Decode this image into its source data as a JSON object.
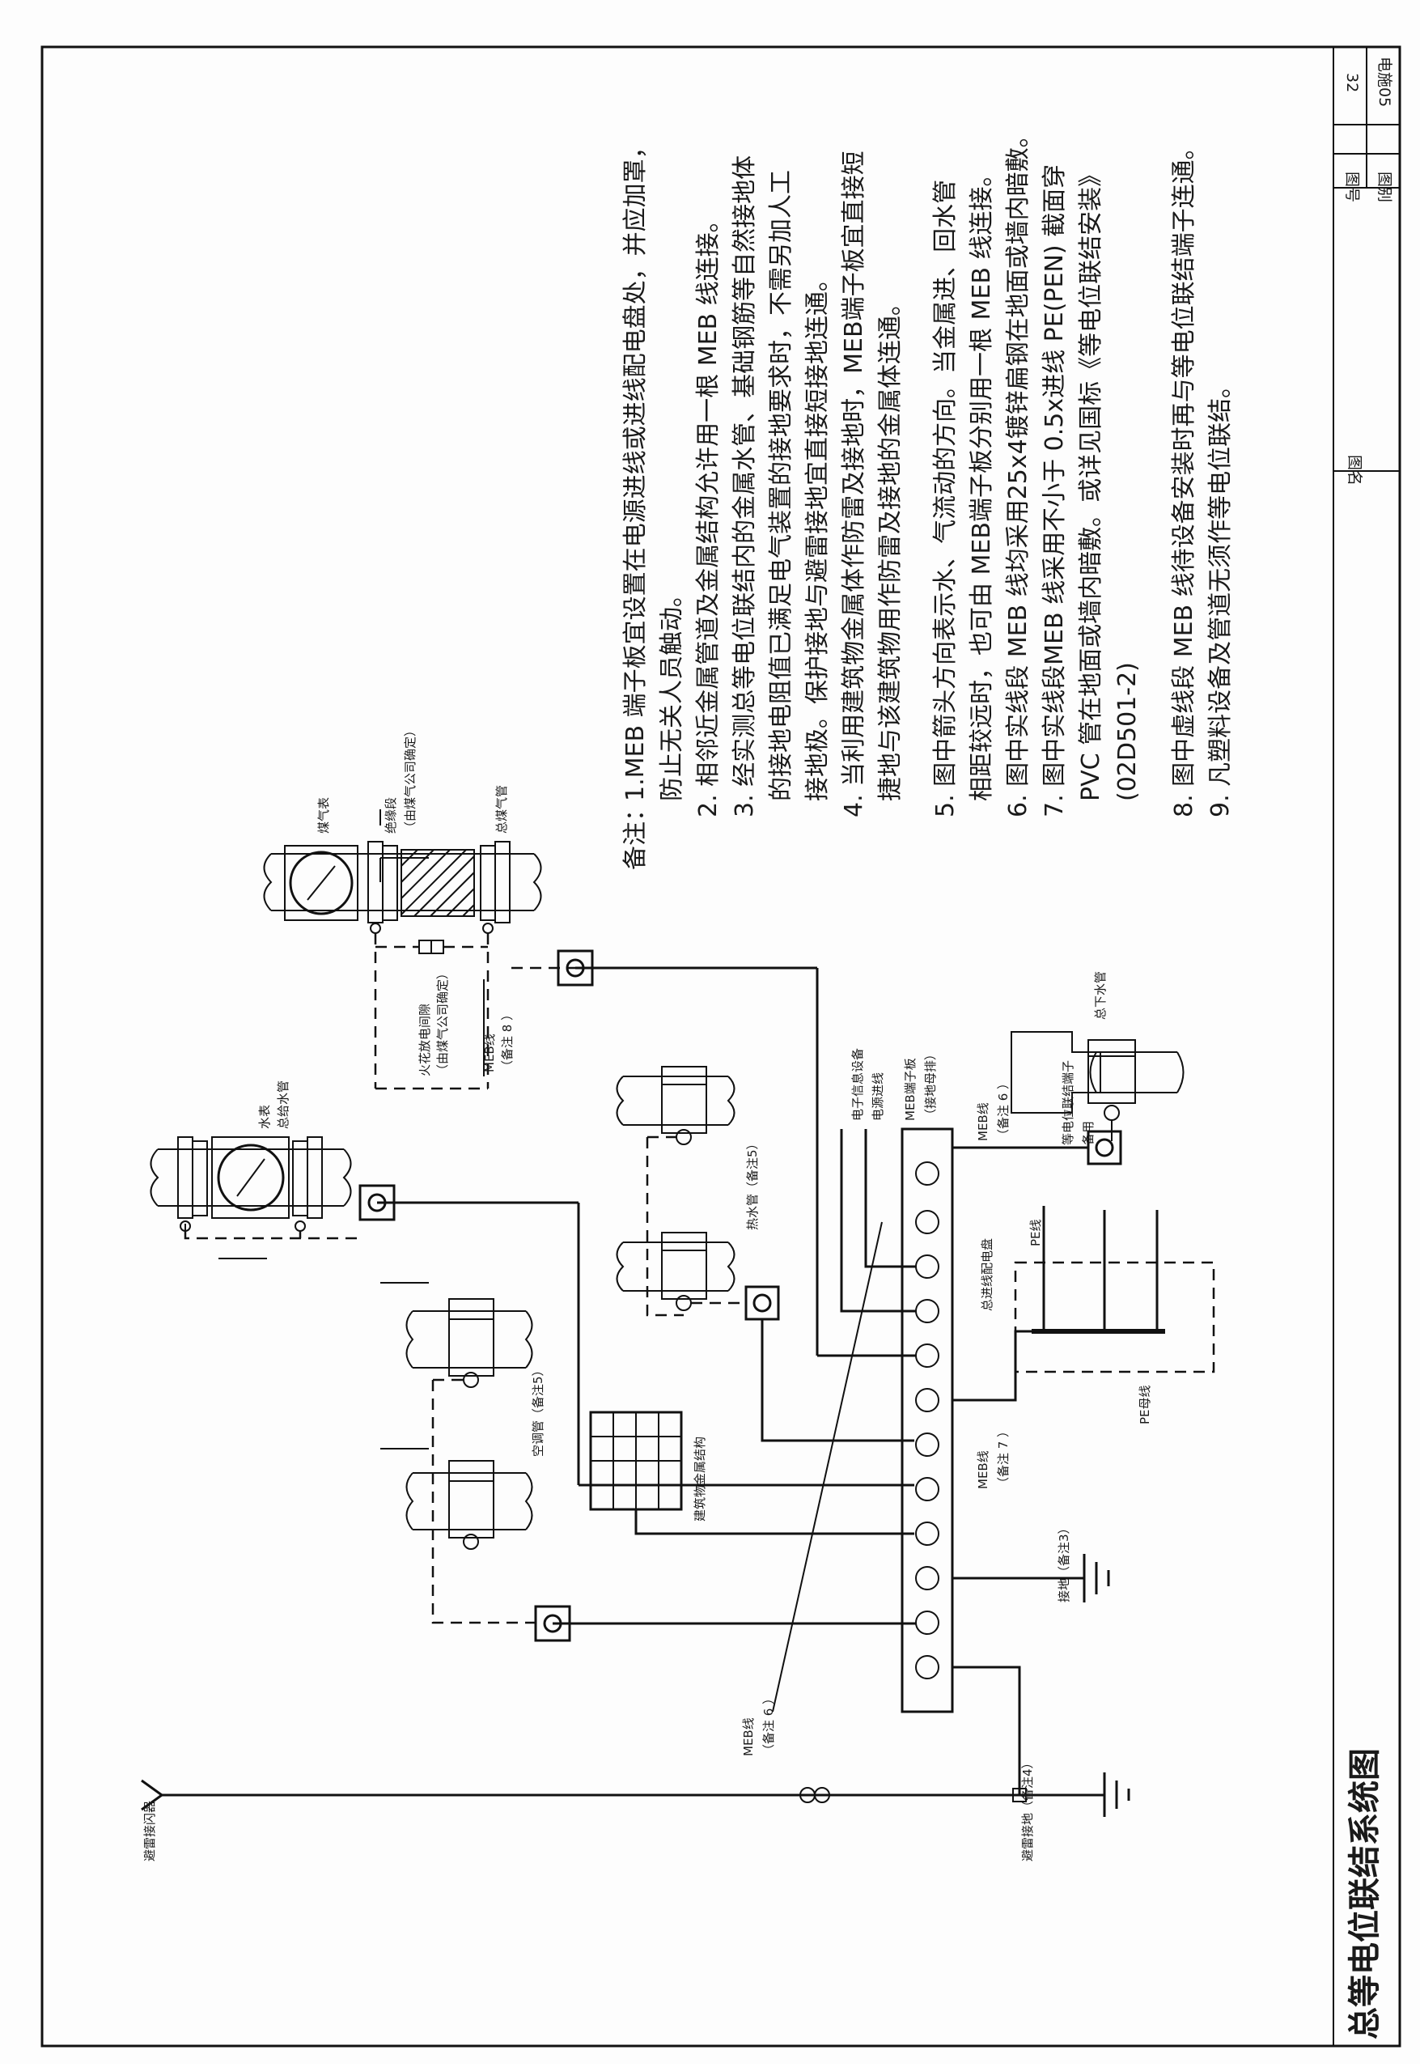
{
  "title_block": {
    "title_label": "图名",
    "title": "总等电位联结系统图",
    "atlas_label": "图别",
    "atlas_value": "电施05",
    "number_label": "图号",
    "number_value": "32"
  },
  "notes": {
    "heading": "备注：",
    "lines": [
      "1.MEB 端子板宜设置在电源进线或进线配电盘处，并应加罩，",
      "防止无关人员触动。",
      "2. 相邻近金属管道及金属结构允许用一根 MEB 线连接。",
      "3. 经实测总等电位联结内的金属水管、基础钢筋等自然接地体",
      "的接地电阻值已满足电气装置的接地要求时，不需另加人工",
      "接地极。保护接地与避雷接地宜直接短接地连通。",
      "4. 当利用建筑物金属体作防雷及接地时，MEB端子板宜直接短",
      "捷地与该建筑物用作防雷及接地的金属体连通。",
      "5. 图中箭头方向表示水、气流动的方向。当金属进、回水管",
      "相距较远时，也可由 MEB端子板分别用一根 MEB 线连接。",
      "6. 图中实线段 MEB 线均采用25x4镀锌扁钢在地面或墙内暗敷。",
      "7. 图中实线段MEB 线采用不小于 0.5x进线 PE(PEN) 截面穿",
      "PVC 管在地面或墙内暗敷。或详见国标《等电位联结安装》",
      "(02D501-2)",
      "8. 图中虚线段 MEB 线待设备安装时再与等电位联结端子连通。",
      "9. 凡塑料设备及管道无须作等电位联结。"
    ]
  },
  "labels": {
    "gas_meter": "煤气表",
    "insulation_section": "绝缘段",
    "insulation_note": "（由煤气公司确定）",
    "gas_main": "总煤气管",
    "spark_gap": "火花放电间隙",
    "spark_gap_note": "（由煤气公司确定）",
    "meb_line": "MEB线",
    "note8": "（备注 8 ）",
    "water_meter": "水表",
    "water_main": "总给水管",
    "hot_water": "热水管（备注5）",
    "ac_pipe": "空调管（备注5）",
    "steel_structure": "建筑物金属结构",
    "telecom": "电子信息设备",
    "power_line": "电源进线",
    "meb_board": "MEB端子板",
    "meb_board_sub": "（接地母排）",
    "note6": "（备注 6 ）",
    "note7": "（备注 7 ）",
    "note6b": "（备注 6 ）",
    "main_panel": "总进线配电盘",
    "pe_line": "PE线",
    "pe_bus": "PE母线",
    "drain_pipe": "总下水管",
    "equip_terminal": "等电位联结端子",
    "equip_terminal_sub": "备用",
    "earthing": "接地（备注3）",
    "lightning_receptor": "避雷接闪器",
    "lightning_earth": "避雷接地（备注4）"
  }
}
